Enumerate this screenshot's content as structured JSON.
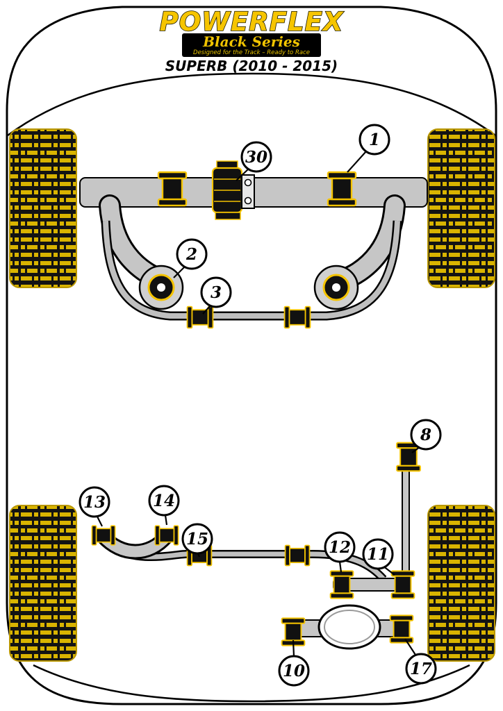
{
  "header": {
    "brand": "POWERFLEX",
    "series": "Black Series",
    "tagline": "Designed for the Track – Ready to Race",
    "model": "SUPERB (2010 - 2015)"
  },
  "colors": {
    "accent_yellow": "#F5C400",
    "tread_yellow": "#D9B400",
    "bushing_black": "#111111",
    "metal_grey": "#C6C6C6",
    "line_black": "#000000",
    "background": "#FFFFFF"
  },
  "callouts": [
    {
      "label": "1"
    },
    {
      "label": "30"
    },
    {
      "label": "2"
    },
    {
      "label": "3"
    },
    {
      "label": "8"
    },
    {
      "label": "13"
    },
    {
      "label": "14"
    },
    {
      "label": "15"
    },
    {
      "label": "12"
    },
    {
      "label": "11"
    },
    {
      "label": "10"
    },
    {
      "label": "17"
    }
  ]
}
